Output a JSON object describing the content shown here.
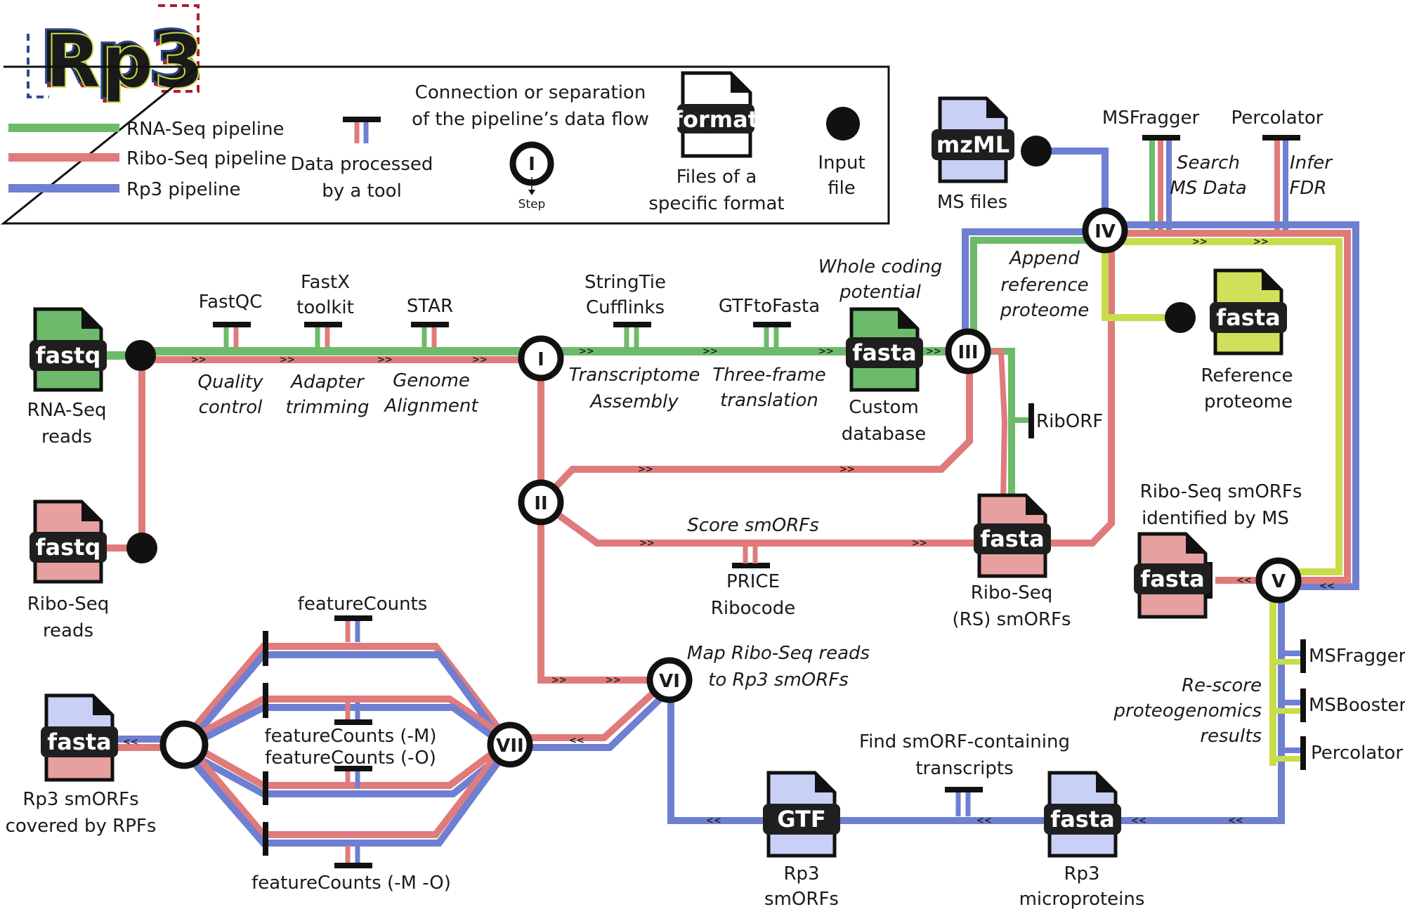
{
  "logo": "Rp3",
  "legend": {
    "rna": "RNA-Seq pipeline",
    "ribo": "Ribo-Seq pipeline",
    "rp3": "Rp3 pipeline",
    "tool_line1": "Data processed",
    "tool_line2": "by a tool",
    "conn_line1": "Connection or separation",
    "conn_line2": "of the pipeline’s data flow",
    "step_node": "I",
    "step_label": "Step",
    "format_icon": "format",
    "format_line1": "Files of a",
    "format_line2": "specific format",
    "input_line1": "Input",
    "input_line2": "file"
  },
  "colors": {
    "rna": "#6dbb6a",
    "ribo": "#e07b7b",
    "rp3": "#6f7fd1",
    "ref": "#c9dc4a",
    "file_green": "#6dbb6a",
    "file_pink": "#e6a0a0",
    "file_blue": "#c8d0f5",
    "file_lime": "#cfe15a"
  },
  "files": {
    "fastq_rna": {
      "format": "fastq",
      "l1": "RNA-Seq",
      "l2": "reads"
    },
    "fastq_ribo": {
      "format": "fastq",
      "l1": "Ribo-Seq",
      "l2": "reads"
    },
    "fasta_custom": {
      "format": "fasta",
      "l1": "Custom",
      "l2": "database"
    },
    "mzml": {
      "format": "mzML",
      "l1": "MS files"
    },
    "fasta_ref": {
      "format": "fasta",
      "l1": "Reference",
      "l2": "proteome"
    },
    "fasta_rs": {
      "format": "fasta",
      "l1": "Ribo-Seq",
      "l2": "(RS) smORFs"
    },
    "fasta_ms": {
      "format": "fasta",
      "t1": "Ribo-Seq smORFs",
      "t2": "identified by MS"
    },
    "fasta_rp3cov": {
      "format": "fasta",
      "l1": "Rp3 smORFs",
      "l2": "covered by RPFs"
    },
    "gtf": {
      "format": "GTF",
      "l1": "Rp3",
      "l2": "smORFs"
    },
    "fasta_micro": {
      "format": "fasta",
      "l1": "Rp3",
      "l2": "microproteins"
    }
  },
  "nodes": {
    "I": "I",
    "II": "II",
    "III": "III",
    "IV": "IV",
    "V": "V",
    "VI": "VI",
    "VII": "VII"
  },
  "tools": {
    "fastqc": "FastQC",
    "fastx1": "FastX",
    "fastx2": "toolkit",
    "star": "STAR",
    "stringtie": "StringTie",
    "cufflinks": "Cufflinks",
    "gtftofasta": "GTFtoFasta",
    "msfragger_top": "MSFragger",
    "percolator_top": "Percolator",
    "riborf": "RibORF",
    "price": "PRICE",
    "ribocode": "Ribocode",
    "fc1": "featureCounts",
    "fc2": "featureCounts (-M)",
    "fc3": "featureCounts (-O)",
    "fc4": "featureCounts (-M -O)",
    "msfragger_r": "MSFragger",
    "msbooster": "MSBooster",
    "percolator_r": "Percolator",
    "find1": "Find smORF-containing",
    "find2": "transcripts"
  },
  "steps": {
    "qc1": "Quality",
    "qc2": "control",
    "at1": "Adapter",
    "at2": "trimming",
    "ga1": "Genome",
    "ga2": "Alignment",
    "ta1": "Transcriptome",
    "ta2": "Assembly",
    "tf1": "Three-frame",
    "tf2": "translation",
    "wc1": "Whole coding",
    "wc2": "potential",
    "sm1": "Search",
    "sm2": "MS Data",
    "if1": "Infer",
    "if2": "FDR",
    "ap1": "Append",
    "ap2": "reference",
    "ap3": "proteome",
    "score": "Score smORFs",
    "map1": "Map Ribo-Seq reads",
    "map2": "to Rp3 smORFs",
    "rs1": "Re-score",
    "rs2": "proteogenomics",
    "rs3": "results"
  }
}
